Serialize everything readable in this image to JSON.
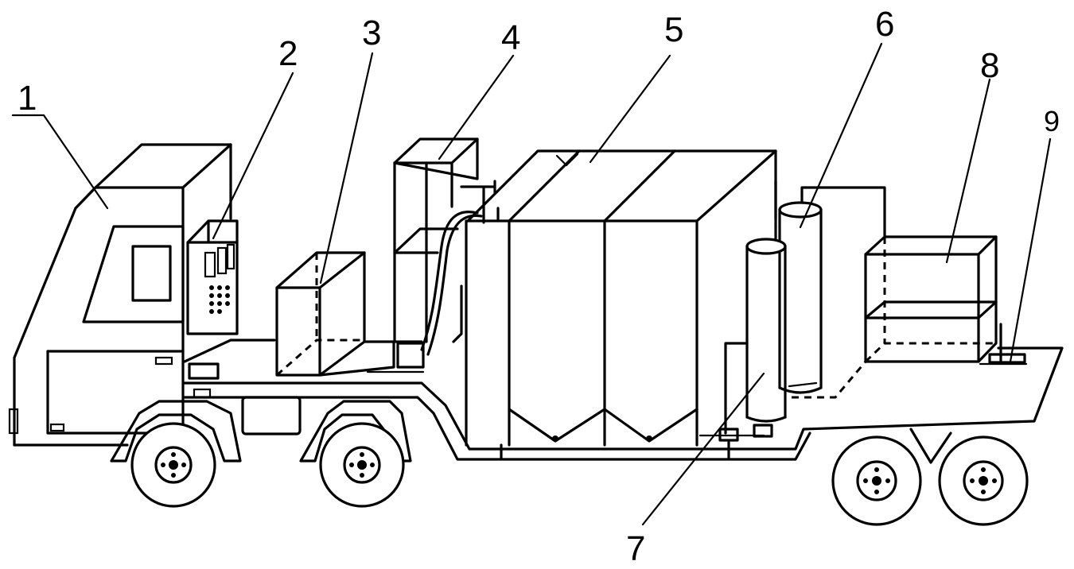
{
  "labels": {
    "1": "1",
    "2": "2",
    "3": "3",
    "4": "4",
    "5": "5",
    "6": "6",
    "7": "7",
    "8": "8",
    "9": "9"
  }
}
